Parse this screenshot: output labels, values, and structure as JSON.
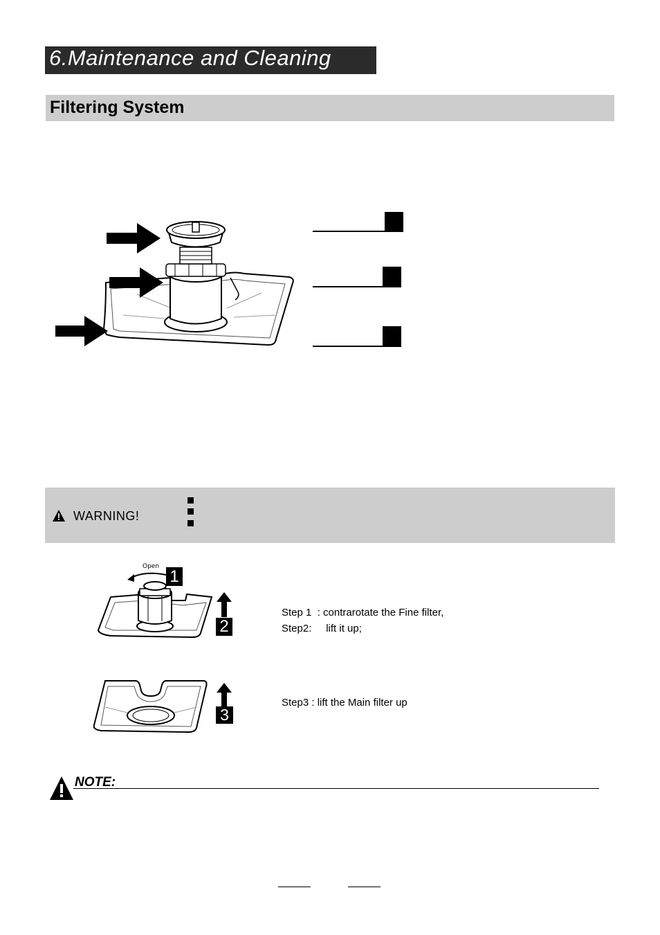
{
  "header": {
    "chapter_title": "6.Maintenance and Cleaning"
  },
  "section": {
    "title": "Filtering System"
  },
  "warning": {
    "label": "WARNING!",
    "icon": "warning-triangle-icon"
  },
  "steps": {
    "open_label": "Open",
    "badge_1": "1",
    "badge_2": "2",
    "badge_3": "3",
    "step1": "Step 1  : contrarotate the Fine filter,",
    "step2": "Step2:     lift it up;",
    "step3": "Step3 : lift the Main filter up"
  },
  "note": {
    "label": "NOTE:",
    "icon": "warning-triangle-icon"
  }
}
